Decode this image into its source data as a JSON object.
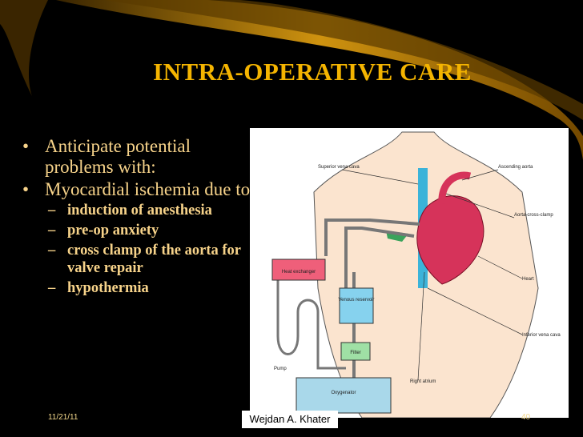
{
  "title": "INTRA-OPERATIVE CARE",
  "bullets": [
    {
      "text": "Anticipate potential problems with:"
    },
    {
      "text": "Myocardial ischemia due to"
    }
  ],
  "sub_bullets": [
    {
      "text": "induction of anesthesia"
    },
    {
      "text": "pre-op anxiety"
    },
    {
      "text": "cross clamp of the aorta for valve repair"
    },
    {
      "text": "hypothermia"
    }
  ],
  "diagram": {
    "labels": {
      "superior_vena_cava": "Superior vena cava",
      "ascending_aorta": "Ascending aorta",
      "aorta_cross_clamp": "Aorta-cross-clamp",
      "heat_exchanger": "Heat exchanger",
      "venous_reservoir": "Venous reservoir",
      "heart": "Heart",
      "inferior_vena_cava": "Inferior vena cava",
      "filter": "Filter",
      "pump": "Pump",
      "right_atrium": "Right atrium",
      "oxygenator": "Oxygenator"
    }
  },
  "footer": {
    "date": "11/21/11",
    "author": "Wejdan A. Khater",
    "page": "40"
  },
  "colors": {
    "background": "#000000",
    "title": "#f4b400",
    "text": "#f7d38a",
    "swoosh": "#c98a00"
  }
}
